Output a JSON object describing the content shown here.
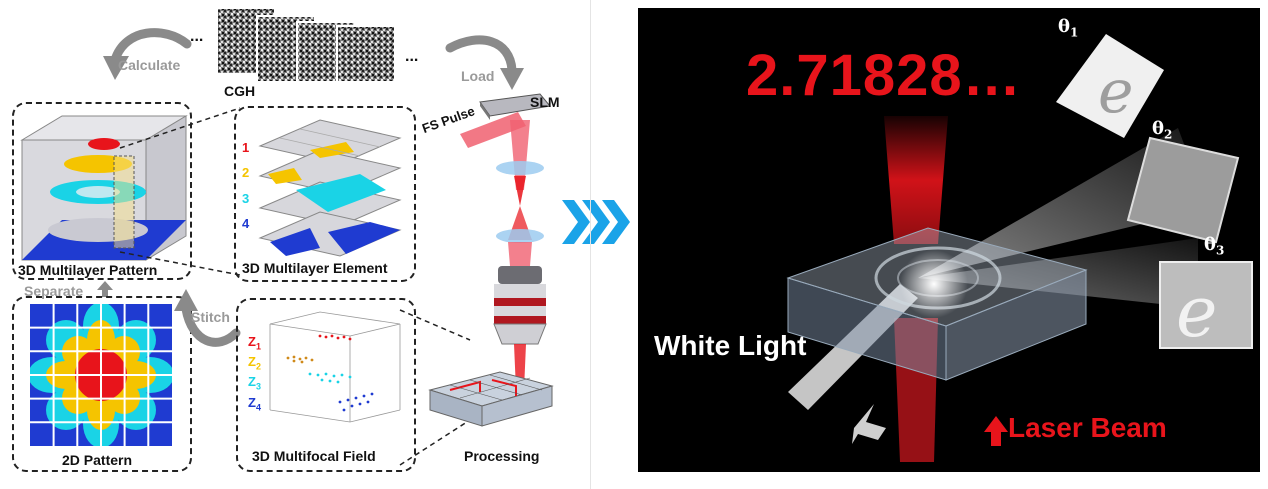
{
  "left": {
    "calculate": "Calculate",
    "cgh": "CGH",
    "ellipsis": "...",
    "load": "Load",
    "slm": "SLM",
    "fs_pulse": "FS Pulse",
    "multilayer_pattern": "3D Multilayer Pattern",
    "multilayer_element": "3D Multilayer Element",
    "separate": "Separate",
    "stitch": "Stitch",
    "pattern_2d": "2D Pattern",
    "multifocal_field": "3D Multifocal Field",
    "processing": "Processing",
    "layer_numbers": [
      "1",
      "2",
      "3",
      "4"
    ],
    "z_labels": [
      {
        "z": "Z",
        "sub": "1"
      },
      {
        "z": "Z",
        "sub": "2"
      },
      {
        "z": "Z",
        "sub": "3"
      },
      {
        "z": "Z",
        "sub": "4"
      }
    ]
  },
  "right": {
    "number": "2.71828…",
    "white_light": "White Light",
    "laser_beam": "Laser Beam",
    "thetas": [
      {
        "t": "θ",
        "sub": "1"
      },
      {
        "t": "θ",
        "sub": "2"
      },
      {
        "t": "θ",
        "sub": "3"
      }
    ],
    "e_letter": "e"
  },
  "colors": {
    "red": "#e8141b",
    "yellow": "#f5c400",
    "cyan": "#1ad3e6",
    "blue": "#1f3bd1",
    "arrow_blue": "#1aa3e8"
  }
}
